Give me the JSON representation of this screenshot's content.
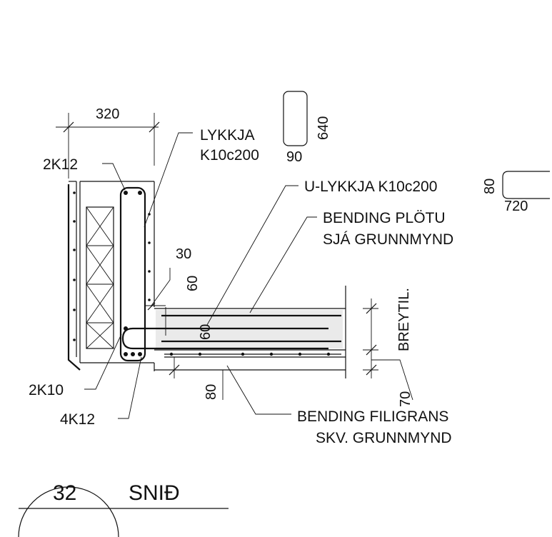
{
  "section": {
    "number": "32",
    "title": "SNIÐ"
  },
  "labels": {
    "lykkja_line1": "LYKKJA",
    "lykkja_line2": "K10c200",
    "u_lykkja": "U-LYKKJA K10c200",
    "bending_plotu_line1": "BENDING PLÖTU",
    "bending_plotu_line2": "SJÁ GRUNNMYND",
    "breytil": "BREYTIL.",
    "bending_filigrans_line1": "BENDING FILIGRANS",
    "bending_filigrans_line2": "SKV. GRUNNMYND",
    "rebar_top": "2K12",
    "rebar_mid": "2K10",
    "rebar_bottom": "4K12"
  },
  "dimensions": {
    "wall_width": "320",
    "loop_height": "640",
    "loop_width": "90",
    "u_loop_height": "80",
    "u_loop_length": "720",
    "cover_horizontal": "30",
    "cover_vertical": "60",
    "slab_inner": "60",
    "filigran_thickness": "80",
    "bottom_offset": "70"
  }
}
